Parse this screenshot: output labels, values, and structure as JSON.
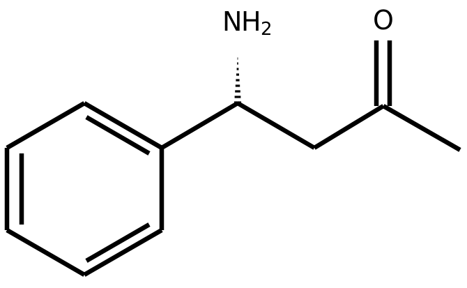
{
  "molecule": {
    "atoms": {
      "amine_N": "N",
      "amine_H": "H",
      "amine_H_count": "2",
      "carbonyl_O": "O"
    }
  }
}
